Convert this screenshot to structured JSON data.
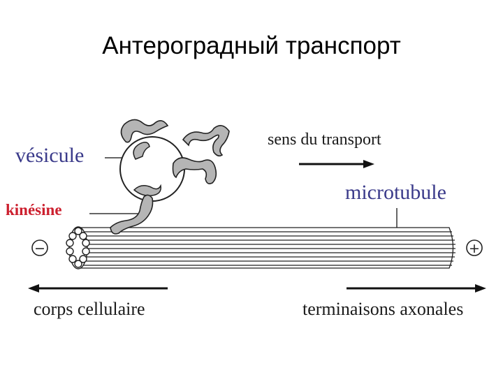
{
  "title": "Антероградный транспорт",
  "labels": {
    "vesicle": "vésicule",
    "kinesin": "kinésine",
    "transport_direction": "sens du transport",
    "microtubule": "microtubule",
    "cell_body": "corps cellulaire",
    "axon_terminals": "terminaisons axonales"
  },
  "polarity": {
    "minus": "−",
    "plus": "+"
  },
  "colors": {
    "kinesin_label": "#cc1f2e",
    "vesicle_label": "#3a3a8a",
    "microtubule_label": "#3a3a8a",
    "text": "#1a1a1a",
    "stroke": "#222222",
    "protein_fill": "#b5b5b5"
  }
}
